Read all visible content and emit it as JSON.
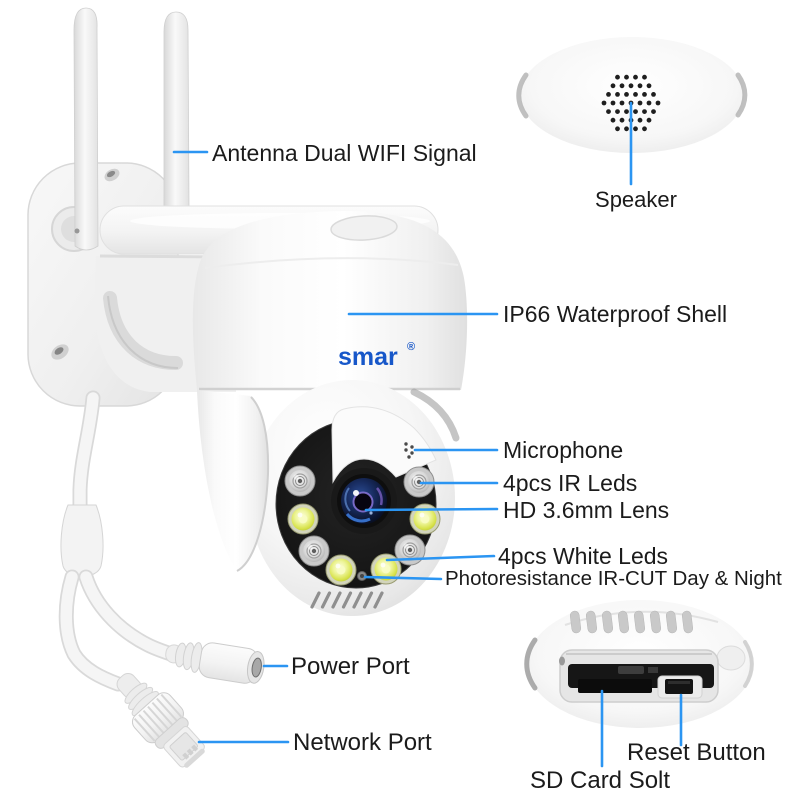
{
  "product": {
    "brand": "smar",
    "brand_mark": "®"
  },
  "callouts": {
    "antenna": "Antenna Dual WIFI Signal",
    "speaker": "Speaker",
    "waterproof": "IP66 Waterproof Shell",
    "microphone": "Microphone",
    "ir_leds": "4pcs IR Leds",
    "lens": "HD 3.6mm Lens",
    "white_leds": "4pcs White Leds",
    "photoresistance": "Photoresistance IR-CUT Day & Night",
    "power_port": "Power Port",
    "network_port": "Network Port",
    "reset_button": "Reset Button",
    "sd_card_slot": "SD Card Solt"
  },
  "colors": {
    "callout_line": "#2b95f2",
    "brand_blue": "#1757c9",
    "label_text": "#1b1b1b"
  }
}
